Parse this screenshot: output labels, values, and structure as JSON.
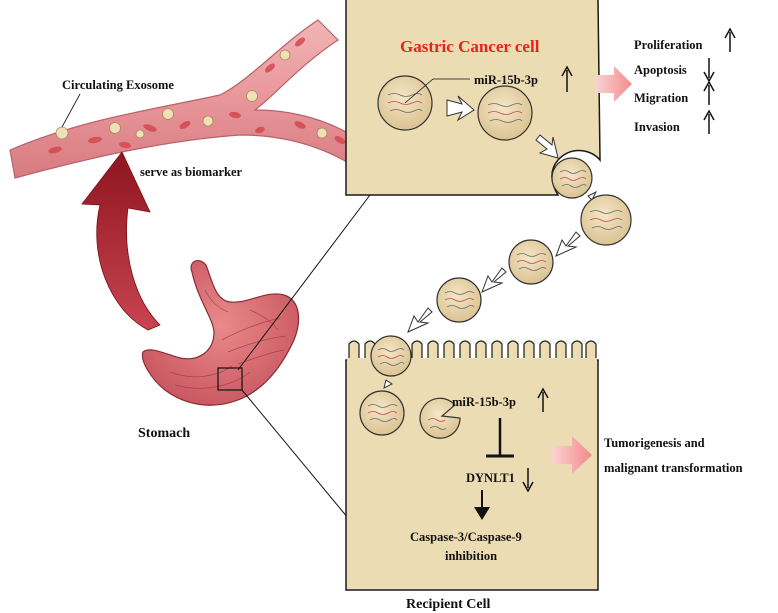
{
  "labels": {
    "gastric_cancer_cell": "Gastric Cancer cell",
    "mir_top": "miR-15b-3p",
    "proliferation": "Proliferation",
    "apoptosis": "Apoptosis",
    "migration": "Migration",
    "invasion": "Invasion",
    "circulating_exosome": "Circulating Exosome",
    "serve_as_biomarker": "serve as biomarker",
    "stomach": "Stomach",
    "mir_bottom": "miR-15b-3p",
    "dynlt1": "DYNLT1",
    "caspase_line1": "Caspase-3/Caspase-9",
    "caspase_line2": "inhibition",
    "tumorigenesis_line1": "Tumorigenesis and",
    "tumorigenesis_line2": "malignant transformation",
    "recipient_cell": "Recipient Cell"
  },
  "effects": {
    "proliferation": "up",
    "apoptosis": "down",
    "migration": "up",
    "invasion": "up",
    "mir_top": "up",
    "mir_bottom": "up",
    "dynlt1": "down"
  },
  "colors": {
    "cell_fill": "#ecdcb3",
    "cell_stroke": "#1a1a1a",
    "title_red": "#e8231c",
    "effect_arrow": "#f4a0a0",
    "vessel": "#e8969a",
    "stomach": "#d8646c",
    "curved_arrow": "#9c1820",
    "exosome_fill": "#e7d3a6"
  },
  "icons": {
    "up_arrow": "arrow-up-icon",
    "down_arrow": "arrow-down-icon",
    "inhibition": "inhibition-bar-icon"
  }
}
